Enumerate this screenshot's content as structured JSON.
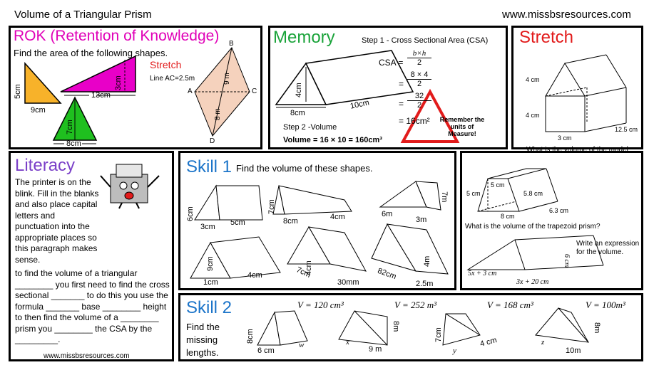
{
  "header": {
    "title": "Volume of a Triangular Prism",
    "website": "www.missbsresources.com"
  },
  "rok": {
    "heading": "ROK (Retention of Knowledge)",
    "instruction": "Find the area of the following shapes.",
    "stretch_label": "Stretch",
    "line_note": "Line AC=2.5m",
    "shape1": {
      "side": "5cm",
      "base": "9cm",
      "color": "#f7b22a"
    },
    "shape2": {
      "height": "3cm",
      "base": "13cm",
      "color": "#e800c8"
    },
    "shape3": {
      "height": "7cm",
      "base": "8cm",
      "color": "#1fbf1f"
    },
    "kite": {
      "a": "A",
      "b": "B",
      "c": "C",
      "d": "D",
      "top": "9 m",
      "bottom": "8 m",
      "color": "#f5d2bd"
    }
  },
  "memory": {
    "heading": "Memory",
    "step1": "Step 1 - Cross Sectional Area (CSA)",
    "csa_label": "CSA =",
    "frac1_num": "b×h",
    "frac1_den": "2",
    "frac2_num": "8 × 4",
    "frac2_den": "2",
    "frac3_num": "32",
    "frac3_den": "2",
    "result": "= 16cm²",
    "eq": "=",
    "step2": "Step 2 -Volume",
    "volume_line": "Volume = 16 × 10 = 160cm³",
    "prism_height": "4cm",
    "prism_base": "8cm",
    "prism_length": "10cm",
    "warning": "Remember the units of Measure!"
  },
  "stretch": {
    "heading": "Stretch",
    "house": {
      "dim1": "4 cm",
      "dim2": "4 cm",
      "dim3": "3 cm",
      "dim4": "12.5 cm"
    },
    "q1": "What is the volume of the model house above?",
    "trap": {
      "top": "5 cm",
      "left": "5 cm",
      "mid": "5.8 cm",
      "bottom": "8 cm",
      "depth": "6.3 cm"
    },
    "q2": "What is the volume of the trapezoid prism?",
    "q3": "Write an expression for the volume.",
    "expr": {
      "a": "5x + 3 cm",
      "b": "3x + 20 cm",
      "c": "6 cm"
    }
  },
  "literacy": {
    "heading": "Literacy",
    "intro": "The printer is on the blink. Fill in the blanks and also place capital letters and punctuation into the appropriate places so this paragraph makes sense.",
    "paragraph": "to find the volume of a triangular ________ you first need to find the cross sectional _______ to do this you use the formula _______ base ________ height to then find the volume of a ________ prism you ________ the CSA by the _________.",
    "footer": "www.missbsresources.com"
  },
  "skill1": {
    "heading": "Skill 1",
    "instruction": "Find the volume of these shapes.",
    "shapes": [
      {
        "h": "6cm",
        "b": "3cm",
        "l": "5cm"
      },
      {
        "h": "7cm",
        "b": "8cm",
        "l": "4cm"
      },
      {
        "h": "7m",
        "b": "3m",
        "l": "6m"
      },
      {
        "h": "9cm",
        "b": "1cm",
        "l": "4cm"
      },
      {
        "h": "4cm",
        "b": "30mm",
        "l": "7cm"
      },
      {
        "h": "4m",
        "b": "2.5m",
        "l": "82cm"
      }
    ]
  },
  "skill2": {
    "heading": "Skill 2",
    "instruction": "Find the missing lengths.",
    "shapes": [
      {
        "v": "V = 120 cm³",
        "h": "8cm",
        "b": "6 cm",
        "l": "w"
      },
      {
        "v": "V = 252 m³",
        "h": "8m",
        "b": "9 m",
        "l": "x"
      },
      {
        "v": "V = 168 cm³",
        "h": "7cm",
        "b": "y",
        "l": "4 cm"
      },
      {
        "v": "V = 100m³",
        "h": "8m",
        "b": "10m",
        "l": "z"
      }
    ]
  }
}
